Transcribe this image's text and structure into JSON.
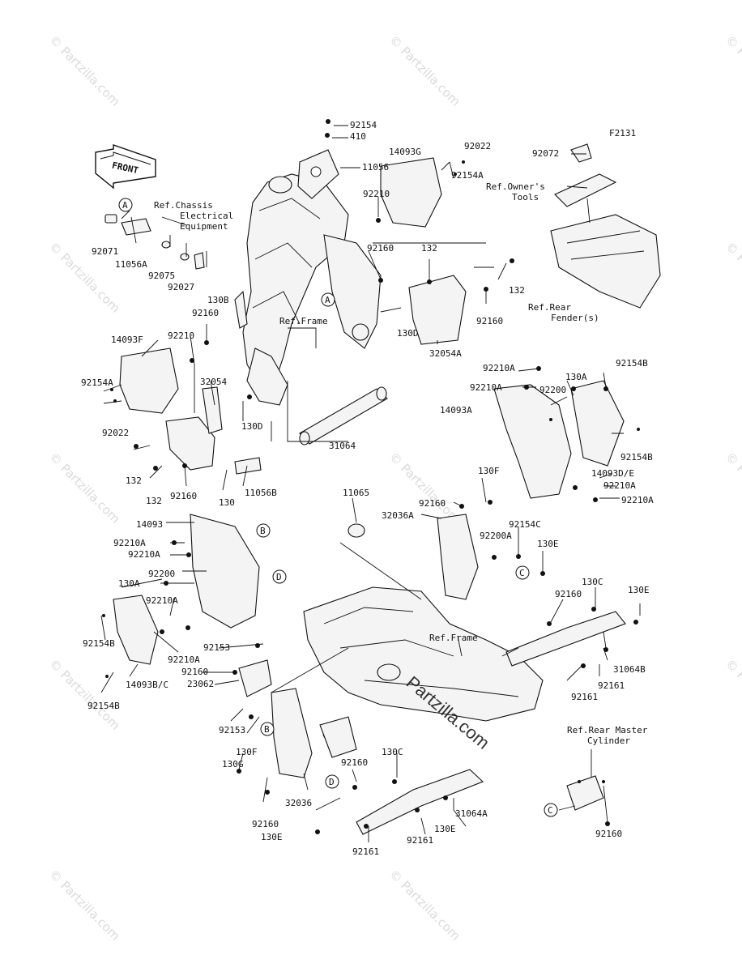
{
  "figure_code": "F2131",
  "front_label": "FRONT",
  "callout_letters": [
    "A",
    "A",
    "B",
    "B",
    "C",
    "C",
    "D",
    "D"
  ],
  "watermark": "© Partzilla.com",
  "center_watermark": "Partzilla.com",
  "refs": {
    "chassis": [
      "Ref.Chassis",
      "Electrical",
      "Equipment"
    ],
    "frame_top": "Ref.Frame",
    "frame_bottom": "Ref.Frame",
    "owners_tools": [
      "Ref.Owner's",
      "Tools"
    ],
    "rear_fender": [
      "Ref.Rear",
      "Fender(s)"
    ],
    "rear_master": [
      "Ref.Rear Master",
      "Cylinder"
    ]
  },
  "parts": {
    "p92154_top": "92154",
    "p410": "410",
    "p11056": "11056",
    "p14093G": "14093G",
    "p92022_top": "92022",
    "p92210_top": "92210",
    "p92154A_top": "92154A",
    "p92072": "92072",
    "p92071": "92071",
    "p11056A": "11056A",
    "p92075": "92075",
    "p92027": "92027",
    "p130B": "130B",
    "p92160_a": "92160",
    "p92160_b": "92160",
    "p132_a": "132",
    "p132_b": "132",
    "p92160_c": "92160",
    "p130D_a": "130D",
    "p32054A": "32054A",
    "p14093F": "14093F",
    "p92210_b": "92210",
    "p32054": "32054",
    "p92154A_left": "92154A",
    "p92022_left": "92022",
    "p130D_b": "130D",
    "p31064": "31064",
    "p132_c": "132",
    "p132_d": "132",
    "p92160_d": "92160",
    "p130": "130",
    "p11056B": "11056B",
    "p92210A_1": "92210A",
    "p92210A_2": "92210A",
    "p92154B_1": "92154B",
    "p130A_1": "130A",
    "p92200_1": "92200",
    "p14093A": "14093A",
    "p92154B_2": "92154B",
    "p14093DE": "14093D/E",
    "p92210A_3": "92210A",
    "p92210A_4": "92210A",
    "p130F_1": "130F",
    "p92160_e": "92160",
    "p11065": "11065",
    "p32036A": "32036A",
    "p92154C": "92154C",
    "p92200A": "92200A",
    "p130E_1": "130E",
    "p14093": "14093",
    "p92210A_5": "92210A",
    "p92210A_6": "92210A",
    "p92200_2": "92200",
    "p130A_2": "130A",
    "p92210A_7": "92210A",
    "p92154B_3": "92154B",
    "p92210A_8": "92210A",
    "p14093BC": "14093B/C",
    "p92154B_4": "92154B",
    "p92153_1": "92153",
    "p92160_f": "92160",
    "p23062": "23062",
    "p130C_1": "130C",
    "p130E_2": "130E",
    "p92160_g": "92160",
    "p31064B": "31064B",
    "p92161_1": "92161",
    "p92161_2": "92161",
    "p92153_2": "92153",
    "p130F_2": "130F",
    "p130G": "130G",
    "p92160_h": "92160",
    "p32036": "32036",
    "p92160_i": "92160",
    "p130C_2": "130C",
    "p31064A": "31064A",
    "p130E_3": "130E",
    "p92161_3": "92161",
    "p92161_4": "92161",
    "p130E_4": "130E",
    "p92160_j": "92160"
  }
}
